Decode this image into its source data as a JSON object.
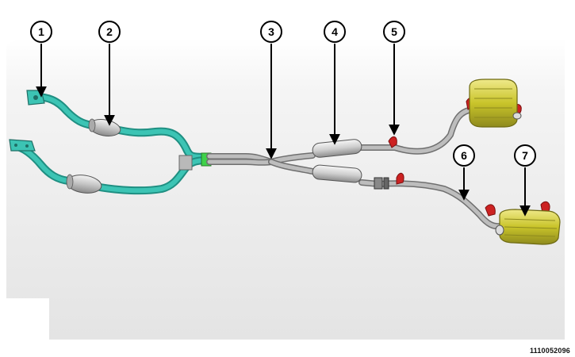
{
  "diagram": {
    "callouts": [
      {
        "number": "1"
      },
      {
        "number": "2"
      },
      {
        "number": "3"
      },
      {
        "number": "4"
      },
      {
        "number": "5"
      },
      {
        "number": "6"
      },
      {
        "number": "7"
      }
    ],
    "reference_id": "1110052096",
    "colors": {
      "front_pipe": "#3cc4b4",
      "rear_pipe": "#a8a8a8",
      "converter": "#cfcfcf",
      "muffler": "#c9c42a",
      "hanger": "#cc2222",
      "background_panel": "#e9e9e9"
    }
  }
}
